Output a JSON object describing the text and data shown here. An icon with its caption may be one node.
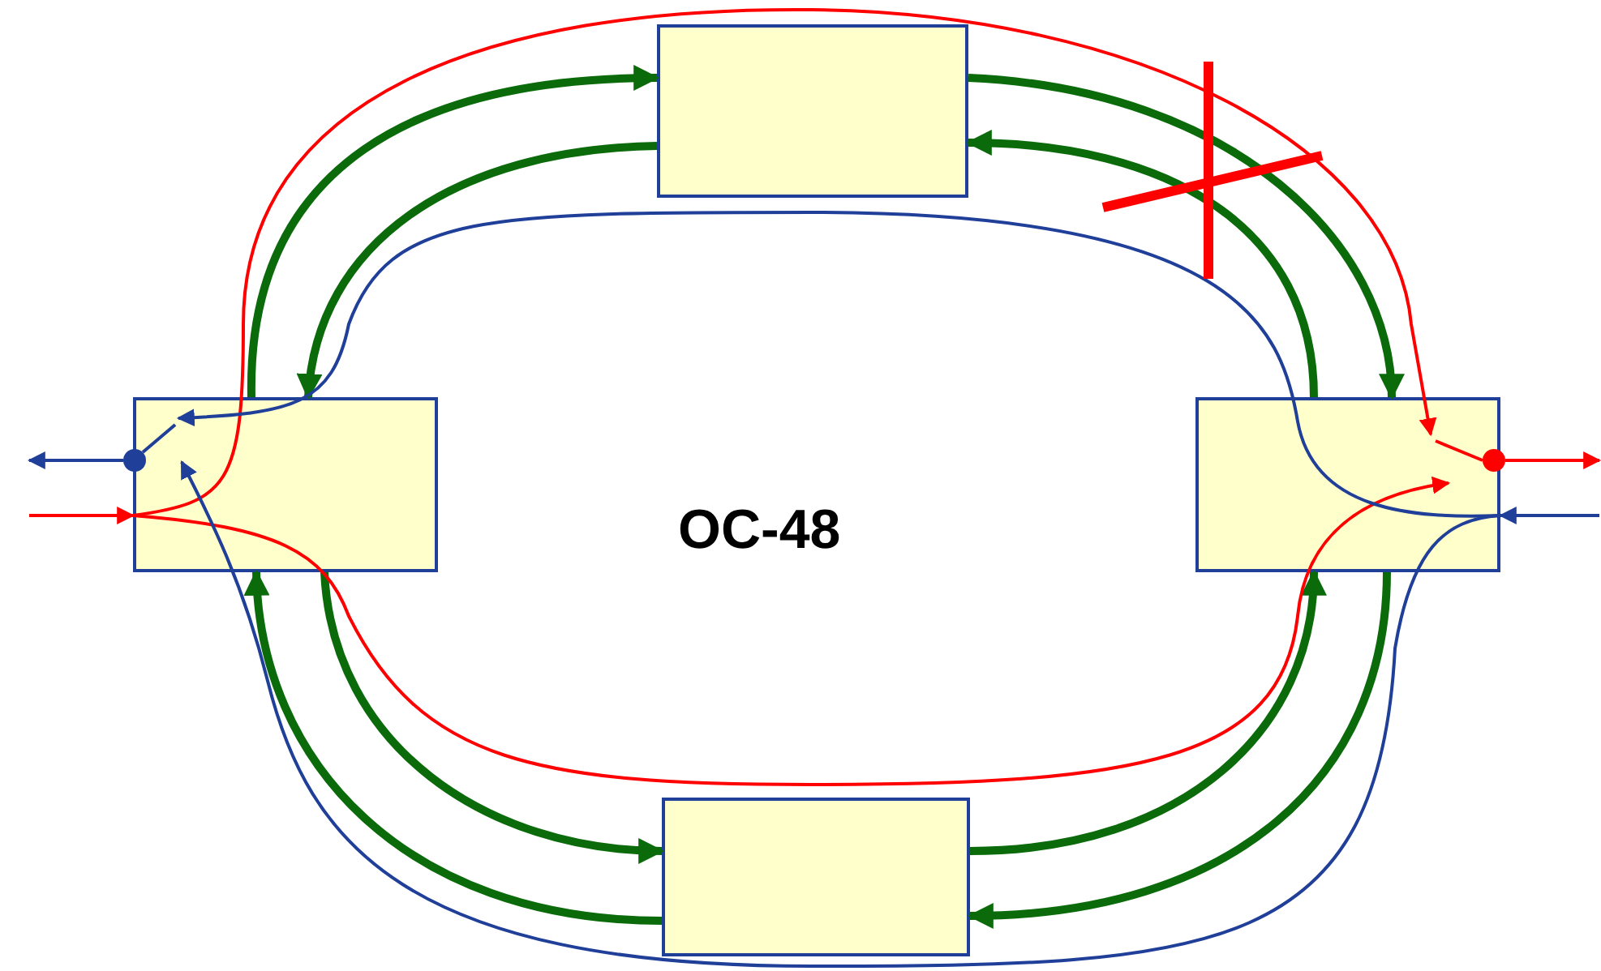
{
  "diagram": {
    "nodes": [
      {
        "text": [],
        "shape": "box"
      },
      {
        "text": [],
        "shape": "box"
      },
      {
        "text": [],
        "shape": "box"
      },
      {
        "text": [],
        "shape": "box"
      },
      {
        "text": [],
        "shape": "circle"
      },
      {
        "text": [],
        "shape": "circle"
      }
    ],
    "edges": [
      {
        "from": 1,
        "to": 0,
        "arrow": "to",
        "style": "thick"
      },
      {
        "from": 0,
        "to": 2,
        "arrow": "to",
        "style": "thick"
      },
      {
        "from": 2,
        "to": 3,
        "arrow": "to",
        "style": "thick"
      },
      {
        "from": 3,
        "to": 1,
        "arrow": "to",
        "style": "thick"
      },
      {
        "from": 0,
        "to": 1,
        "arrow": "to",
        "style": "thick"
      },
      {
        "from": 1,
        "to": 3,
        "arrow": "to",
        "style": "thick"
      },
      {
        "from": 3,
        "to": 2,
        "arrow": "to",
        "style": "thick"
      },
      {
        "from": 2,
        "to": 0,
        "arrow": "to",
        "style": "thick"
      },
      {
        "from": null,
        "to": 1,
        "arrow": "to",
        "color": "#ff0000"
      },
      {
        "from": 1,
        "to": 2,
        "arrow": "to",
        "color": "#ff0000"
      },
      {
        "from": 1,
        "to": 2,
        "arrow": "to",
        "color": "#ff0000"
      },
      {
        "from": 2,
        "to": 5,
        "arrow": "none",
        "color": "#ff0000"
      },
      {
        "from": 5,
        "to": null,
        "arrow": "to",
        "color": "#ff0000"
      },
      {
        "from": null,
        "to": 2,
        "arrow": "to",
        "color": "#1f3f99"
      },
      {
        "from": 2,
        "to": 1,
        "arrow": "to",
        "color": "#1f3f99"
      },
      {
        "from": 2,
        "to": 1,
        "arrow": "to",
        "color": "#1f3f99"
      },
      {
        "from": 1,
        "to": 4,
        "arrow": "none",
        "color": "#1f3f99"
      },
      {
        "from": 4,
        "to": null,
        "arrow": "to",
        "color": "#1f3f99"
      }
    ],
    "labels": [
      "OC-48"
    ]
  }
}
